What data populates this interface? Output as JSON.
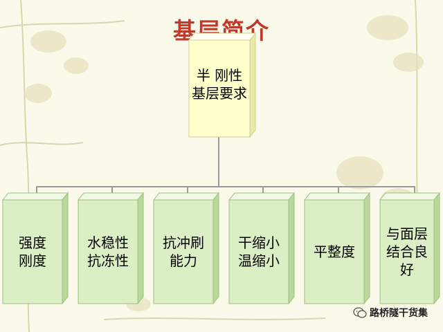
{
  "title": "基层简介",
  "root": {
    "label": "半 刚性\n基层要求"
  },
  "children": [
    {
      "label": "强度\n刚度"
    },
    {
      "label": "水稳性\n抗冻性"
    },
    {
      "label": "抗冲刷\n能力"
    },
    {
      "label": "干缩小\n温缩小"
    },
    {
      "label": "平整度"
    },
    {
      "label": "与面层\n结合良\n好"
    }
  ],
  "watermark": {
    "icon": "wechat-icon",
    "text": "路桥隧干货集"
  },
  "colors": {
    "title": "#c0392b",
    "root_fill": "#ffffcc",
    "child_fill": "#dcefc4"
  }
}
